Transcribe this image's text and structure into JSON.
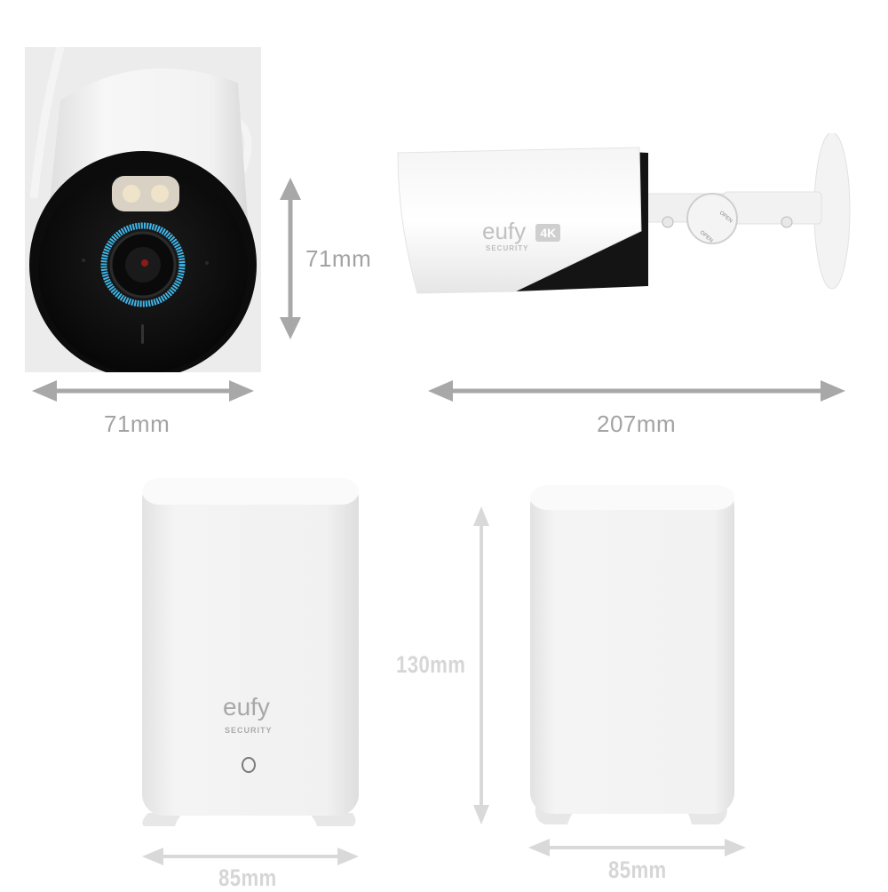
{
  "products": {
    "camera_front": {
      "name": "camera-front-view",
      "width_label": "71mm",
      "height_label": "71mm"
    },
    "camera_side": {
      "name": "camera-side-view",
      "length_label": "207mm",
      "brand_text": "eufy",
      "badge_text": "4K",
      "sub_text": "SECURITY",
      "knob_text_top": "OPEN",
      "knob_text_bottom": "OPEN"
    },
    "homebase_front": {
      "name": "homebase-front-view",
      "brand_text": "eufy",
      "sub_text": "SECURITY",
      "width_label": "85mm"
    },
    "homebase_side": {
      "name": "homebase-side-view",
      "width_label": "85mm",
      "height_label": "130mm"
    }
  },
  "colors": {
    "arrow": "#a8a8a8",
    "arrow_light": "#d9d9d9",
    "label": "#a3a3a3",
    "lens_ring": "#3fb6e8",
    "device_white": "#f3f3f3",
    "device_black": "#151515"
  }
}
